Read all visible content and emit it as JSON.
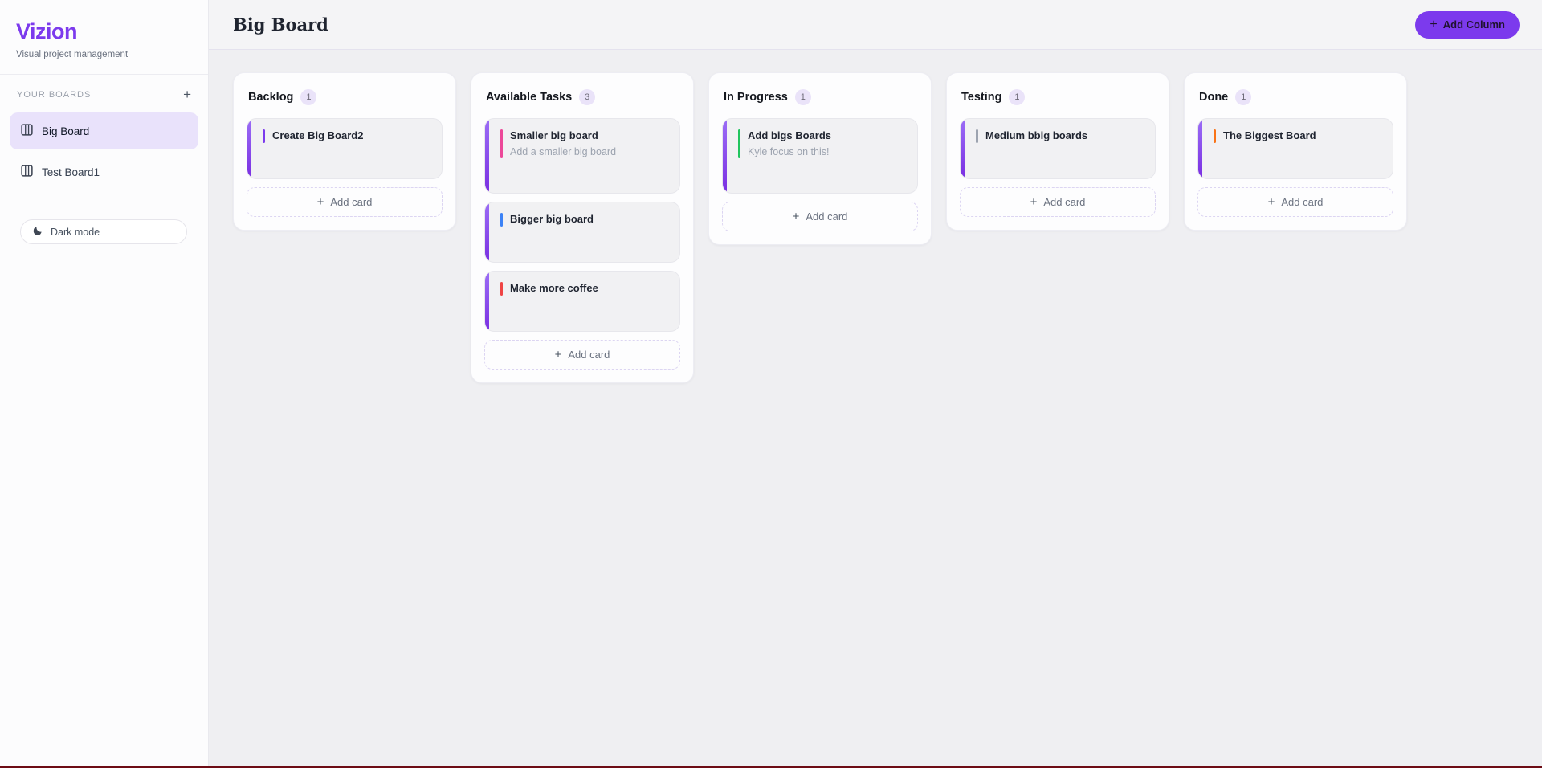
{
  "app": {
    "name": "Vizion",
    "tagline": "Visual project management"
  },
  "icons": {
    "plus": "+"
  },
  "sidebar": {
    "section_title": "YOUR BOARDS",
    "boards": [
      {
        "label": "Big Board",
        "active": true
      },
      {
        "label": "Test Board1",
        "active": false
      }
    ],
    "dark_mode_label": "Dark mode"
  },
  "header": {
    "title": "Big Board",
    "add_column_label": "Add Column"
  },
  "board": {
    "add_card_label": "Add card",
    "columns": [
      {
        "title": "Backlog",
        "count": "1",
        "cards": [
          {
            "title": "Create Big Board2",
            "subtitle": "",
            "priority_color": "#7c3aed"
          }
        ]
      },
      {
        "title": "Available Tasks",
        "count": "3",
        "cards": [
          {
            "title": "Smaller big board",
            "subtitle": "Add a smaller big board",
            "priority_color": "#ec4899"
          },
          {
            "title": "Bigger big board",
            "subtitle": "",
            "priority_color": "#3b82f6"
          },
          {
            "title": "Make more coffee",
            "subtitle": "",
            "priority_color": "#ef4444"
          }
        ]
      },
      {
        "title": "In Progress",
        "count": "1",
        "cards": [
          {
            "title": "Add bigs Boards",
            "subtitle": "Kyle focus on this!",
            "priority_color": "#22c55e"
          }
        ]
      },
      {
        "title": "Testing",
        "count": "1",
        "cards": [
          {
            "title": "Medium bbig boards",
            "subtitle": "",
            "priority_color": "#9ca3af"
          }
        ]
      },
      {
        "title": "Done",
        "count": "1",
        "cards": [
          {
            "title": "The Biggest Board",
            "subtitle": "",
            "priority_color": "#f97316"
          }
        ]
      }
    ]
  },
  "colors": {
    "brand": "#7c3aed",
    "active_board_bg": "#e9e2fb",
    "card_accent_top": "#9b6df6",
    "card_accent_bottom": "#7a2fe2",
    "bottom_bar": "#6d0c15"
  }
}
